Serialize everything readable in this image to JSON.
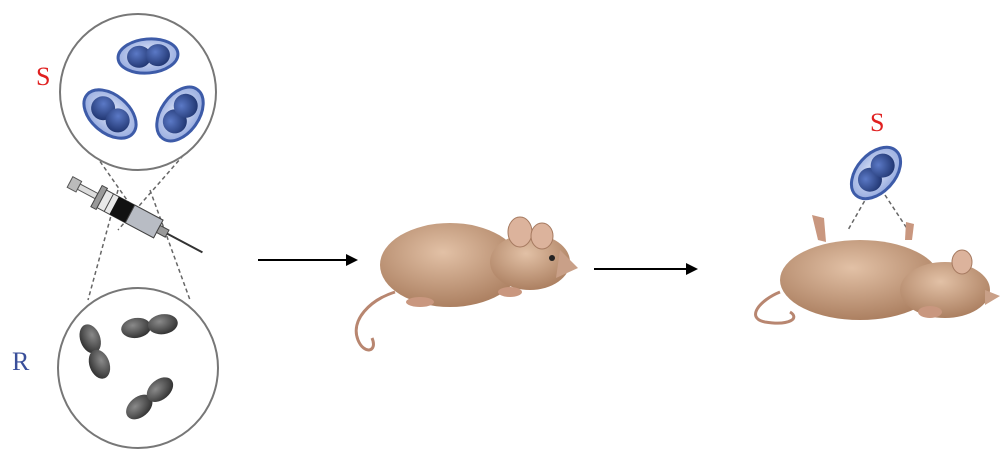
{
  "labels": {
    "smooth_strain": "S",
    "rough_strain": "R",
    "recovered_strain": "S"
  },
  "colors": {
    "smooth_label": "#e02020",
    "rough_label": "#3a4f9a",
    "capsule_outer": "#3d5ba8",
    "capsule_fill": "#aab9e2",
    "cell_blue": "#2f4a94",
    "rough_cell": "#4a4a4a",
    "mouse_fur": "#c49a7c",
    "arrow": "#000000"
  },
  "icons": {
    "syringe": "syringe-icon",
    "mouse_live": "live-mouse-icon",
    "mouse_dead": "dead-mouse-icon"
  }
}
